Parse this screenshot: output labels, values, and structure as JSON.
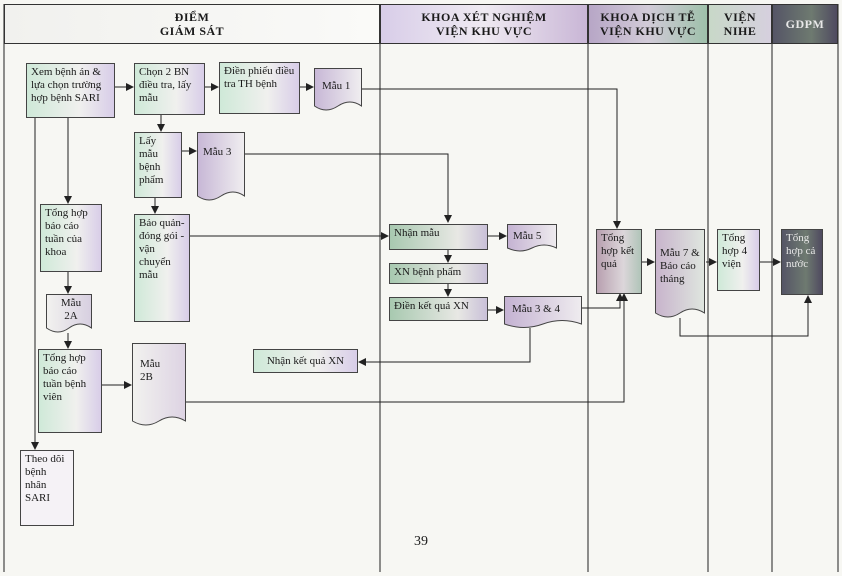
{
  "columns": [
    {
      "line1": "ĐIỂM",
      "line2": "GIÁM SÁT"
    },
    {
      "line1": "KHOA XÉT NGHIỆM",
      "line2": "VIỆN KHU VỰC"
    },
    {
      "line1": "KHOA DỊCH TỄ",
      "line2": "VIỆN KHU VỰC"
    },
    {
      "line1": "VIỆN",
      "line2": "NIHE"
    },
    {
      "line1": "GDPM",
      "line2": ""
    }
  ],
  "boxes": {
    "xem_benh_an": "Xem bệnh án & lựa chọn trường hợp bệnh SARI",
    "chon_2bn": "Chọn 2 BN điều tra, lấy mẫu",
    "dien_phieu": "Điền phiếu điều tra TH bệnh",
    "lay_mau": "Lấy mẫu bệnh phẩm",
    "bao_quan": "Bảo quản-đóng gói -vận chuyển mẫu",
    "tong_hop_khoa": "Tổng hợp báo cáo tuần của khoa",
    "tong_hop_bv": "Tổng hợp báo cáo tuần bệnh viên",
    "theo_doi": "Theo dõi bệnh nhân SARI",
    "nhan_mau": "Nhận mẫu",
    "xn_benh_pham": "XN bệnh phẩm",
    "dien_ket_qua": "Điền kết quả XN",
    "nhan_ket_qua": "Nhận kết quả XN",
    "tong_hop_ket_qua": "Tổng hợp kết quả",
    "tong_hop_4_vien": "Tổng hợp 4 viện",
    "tong_hop_ca_nuoc": "Tổng hợp cả nước"
  },
  "docs": {
    "mau1": "Mẫu 1",
    "mau3": "Mẫu 3",
    "mau2a": "Mẫu 2A",
    "mau2b": "Mẫu 2B",
    "mau5": "Mẫu 5",
    "mau34": "Mẫu 3 & 4",
    "mau7": "Mẫu 7 & Báo cáo tháng"
  },
  "page_number": "39"
}
